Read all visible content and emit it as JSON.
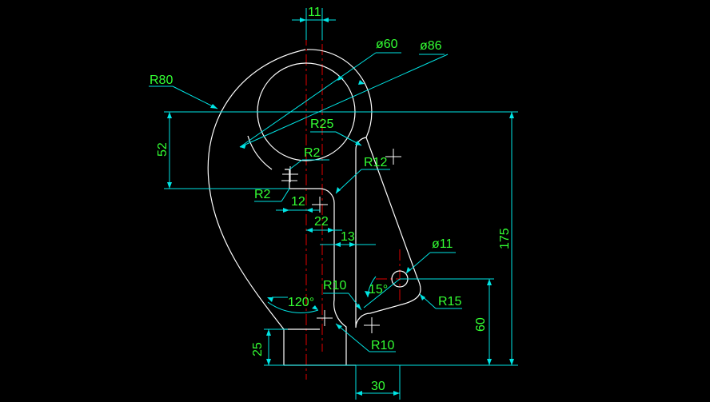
{
  "colors": {
    "background": "#000000",
    "outline": "#FFFFFF",
    "dimension": "#00E5E5",
    "label": "#33FF33",
    "centerline": "#E00000"
  },
  "dimensions": {
    "d11_top": "11",
    "dia60": "ø60",
    "dia86": "ø86",
    "r80": "R80",
    "r25": "R25",
    "d52": "52",
    "r2_top": "R2",
    "r12": "R12",
    "r2_left": "R2",
    "d12": "12",
    "d22": "22",
    "d13": "13",
    "dia11": "ø11",
    "d175": "175",
    "r10_top": "R10",
    "a15": "15°",
    "a120": "120°",
    "r15": "R15",
    "d60": "60",
    "d25": "25",
    "r10_bottom": "R10",
    "d30": "30"
  }
}
